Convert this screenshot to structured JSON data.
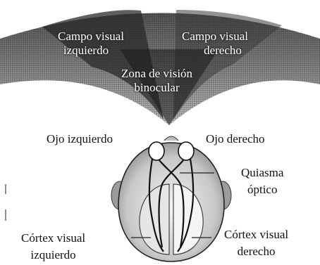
{
  "fields": {
    "left": [
      "Campo visual",
      "izquierdo"
    ],
    "right": [
      "Campo visual",
      "derecho"
    ],
    "binocular": [
      "Zona de visión",
      "binocular"
    ]
  },
  "eyes": {
    "left": "Ojo izquierdo",
    "right": "Ojo derecho"
  },
  "chiasm": [
    "Quiasma",
    "óptico"
  ],
  "cortex": {
    "left": [
      "Córtex visual",
      "izquierdo"
    ],
    "right": [
      "Córtex visual",
      "derecho"
    ]
  }
}
